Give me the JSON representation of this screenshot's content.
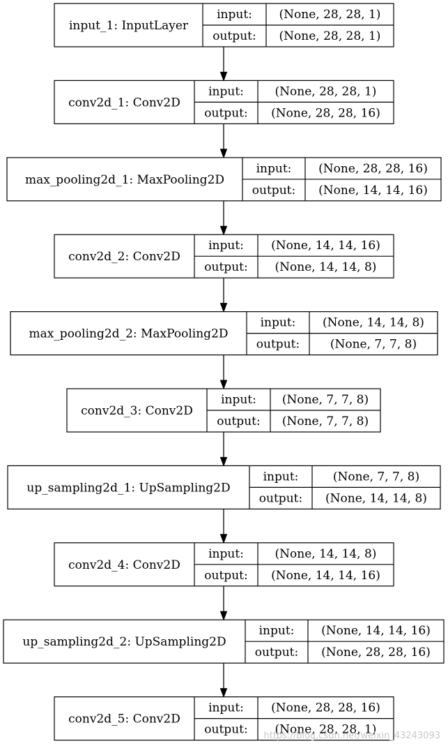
{
  "layers": [
    {
      "name": "input_1: InputLayer",
      "input_label": "input:",
      "output_label": "output:",
      "input_shape": "(None, 28, 28, 1)",
      "output_shape": "(None, 28, 28, 1)"
    },
    {
      "name": "conv2d_1: Conv2D",
      "input_label": "input:",
      "output_label": "output:",
      "input_shape": "(None, 28, 28, 1)",
      "output_shape": "(None, 28, 28, 16)"
    },
    {
      "name": "max_pooling2d_1: MaxPooling2D",
      "input_label": "input:",
      "output_label": "output:",
      "input_shape": "(None, 28, 28, 16)",
      "output_shape": "(None, 14, 14, 16)"
    },
    {
      "name": "conv2d_2: Conv2D",
      "input_label": "input:",
      "output_label": "output:",
      "input_shape": "(None, 14, 14, 16)",
      "output_shape": "(None, 14, 14, 8)"
    },
    {
      "name": "max_pooling2d_2: MaxPooling2D",
      "input_label": "input:",
      "output_label": "output:",
      "input_shape": "(None, 14, 14, 8)",
      "output_shape": "(None, 7, 7, 8)"
    },
    {
      "name": "conv2d_3: Conv2D",
      "input_label": "input:",
      "output_label": "output:",
      "input_shape": "(None, 7, 7, 8)",
      "output_shape": "(None, 7, 7, 8)"
    },
    {
      "name": "up_sampling2d_1: UpSampling2D",
      "input_label": "input:",
      "output_label": "output:",
      "input_shape": "(None, 7, 7, 8)",
      "output_shape": "(None, 14, 14, 8)"
    },
    {
      "name": "conv2d_4: Conv2D",
      "input_label": "input:",
      "output_label": "output:",
      "input_shape": "(None, 14, 14, 8)",
      "output_shape": "(None, 14, 14, 16)"
    },
    {
      "name": "up_sampling2d_2: UpSampling2D",
      "input_label": "input:",
      "output_label": "output:",
      "input_shape": "(None, 14, 14, 16)",
      "output_shape": "(None, 28, 28, 16)"
    },
    {
      "name": "conv2d_5: Conv2D",
      "input_label": "input:",
      "output_label": "output:",
      "input_shape": "(None, 28, 28, 16)",
      "output_shape": "(None, 28, 28, 1)"
    }
  ],
  "watermark": "https://blog.csdn.net/weixin_43243093"
}
